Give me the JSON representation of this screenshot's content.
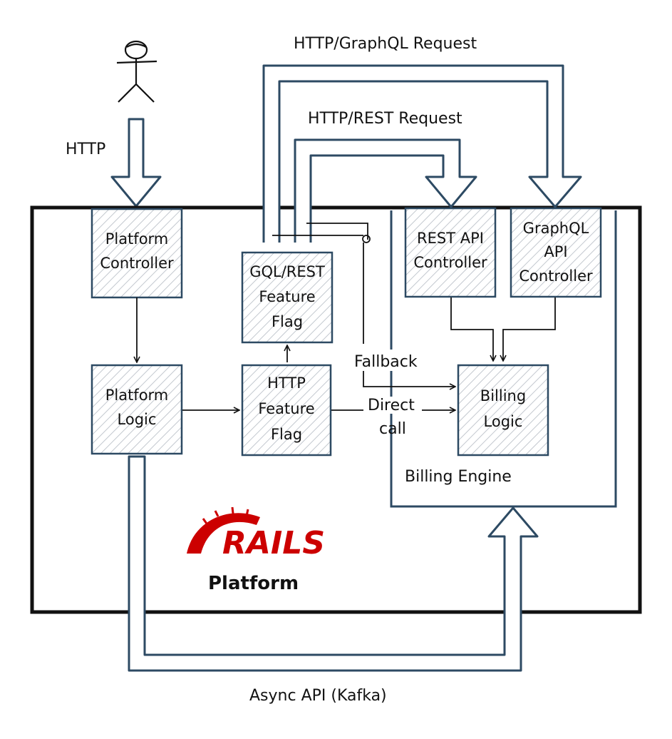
{
  "labels": {
    "http": "HTTP",
    "graphql_request": "HTTP/GraphQL Request",
    "rest_request": "HTTP/REST Request",
    "fallback": "Fallback",
    "direct_call_line1": "Direct",
    "direct_call_line2": "call",
    "async_api": "Async API (Kafka)",
    "billing_engine": "Billing Engine",
    "platform": "Platform"
  },
  "boxes": {
    "platform_controller": [
      "Platform",
      "Controller"
    ],
    "platform_logic": [
      "Platform",
      "Logic"
    ],
    "gql_rest_flag": [
      "GQL/REST",
      "Feature",
      "Flag"
    ],
    "http_flag": [
      "HTTP",
      "Feature",
      "Flag"
    ],
    "rest_api_controller": [
      "REST API",
      "Controller"
    ],
    "graphql_api_controller": [
      "GraphQL",
      "API",
      "Controller"
    ],
    "billing_logic": [
      "Billing",
      "Logic"
    ]
  },
  "logo": {
    "text": "RAILS",
    "color": "#cc0000",
    "icon": "rails-logo-icon"
  },
  "colors": {
    "pipe": "#2d4a63",
    "box_border": "#2d4a63",
    "hatch": "#b8bec6",
    "frame": "#111111"
  }
}
